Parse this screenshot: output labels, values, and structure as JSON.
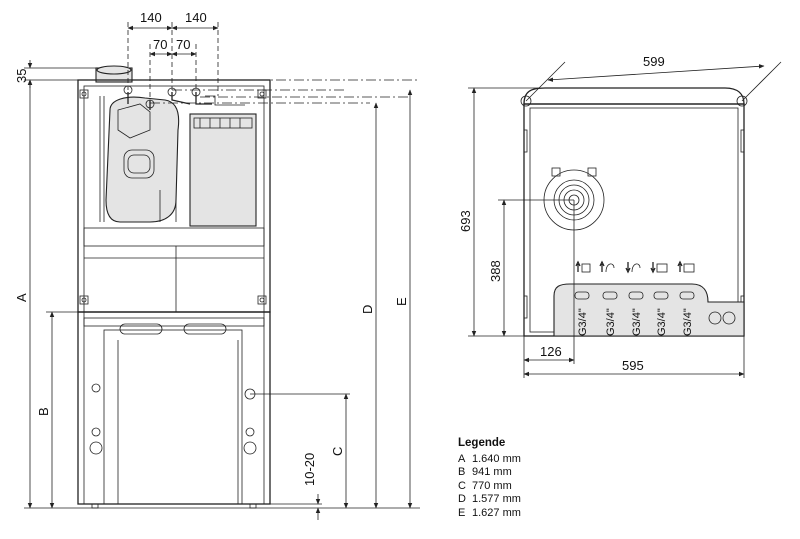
{
  "front_view": {
    "dims_top": [
      "140",
      "140",
      "70",
      "70"
    ],
    "dim_35": "35",
    "dim_10_20": "10-20",
    "letters": [
      "A",
      "B",
      "C",
      "D",
      "E"
    ]
  },
  "side_view": {
    "width_top": "599",
    "width_bottom": "595",
    "height": "693",
    "connection_height": "388",
    "connection_offset": "126",
    "fittings": [
      "G3/4\"",
      "G3/4\"",
      "G3/4\"",
      "G3/4\"",
      "G3/4\""
    ]
  },
  "legend": {
    "title": "Legende",
    "items": [
      {
        "key": "A",
        "value": "1.640 mm"
      },
      {
        "key": "B",
        "value": "941 mm"
      },
      {
        "key": "C",
        "value": "770 mm"
      },
      {
        "key": "D",
        "value": "1.577 mm"
      },
      {
        "key": "E",
        "value": "1.627 mm"
      }
    ]
  }
}
